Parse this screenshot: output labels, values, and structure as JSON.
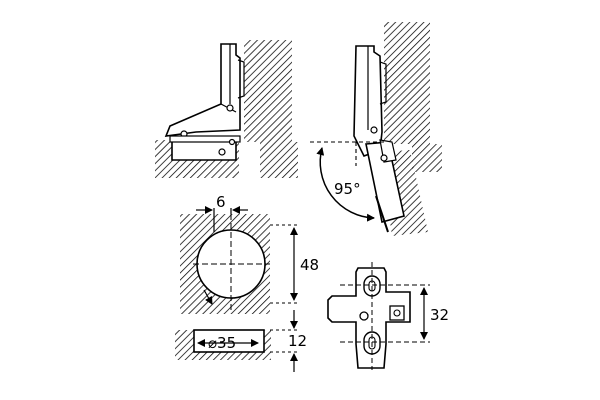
{
  "labels": {
    "opening_angle": "95°",
    "edge_offset": "6",
    "cup_depth": "48",
    "cup_diameter": "⌀35",
    "door_thickness": "12",
    "plate_spacing": "32"
  },
  "colors": {
    "line": "#000000",
    "hatch": "#000000",
    "fill": "#ffffff",
    "background": "#ffffff"
  }
}
